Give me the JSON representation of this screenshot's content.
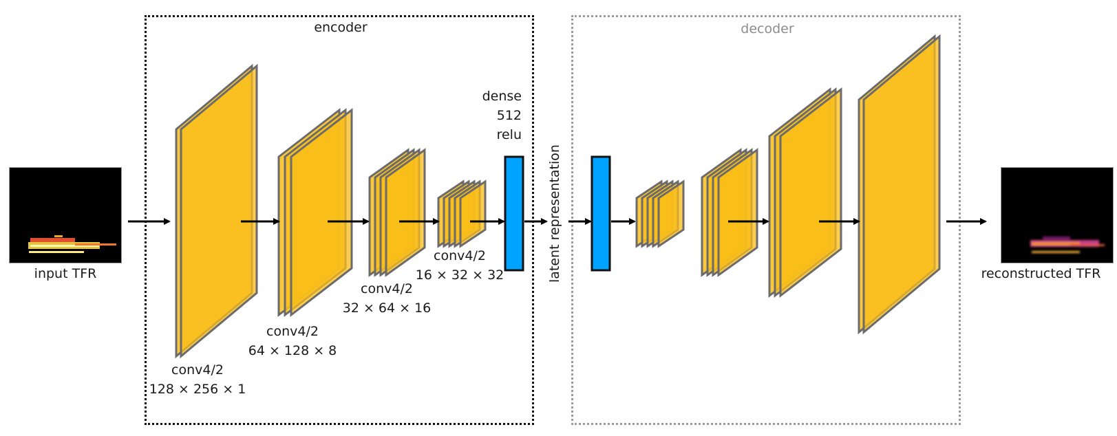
{
  "title": "Convolutional autoencoder architecture",
  "colors": {
    "feature_map_fill": "#F9BE1A",
    "feature_map_edge": "#6B6B6B",
    "dense_fill": "#00A2FF",
    "encoder_border": "#111111",
    "decoder_border": "#9A9A9A",
    "decoder_label": "#8C8C8C",
    "arrow": "#000000"
  },
  "input": {
    "label": "input TFR",
    "image": "spectrogram"
  },
  "output": {
    "label": "reconstructed TFR",
    "image": "spectrogram (blurred reconstruction)"
  },
  "encoder": {
    "label": "encoder",
    "layers": [
      {
        "op": "conv4/2",
        "shape": "128 × 256 × 1",
        "maps": 2
      },
      {
        "op": "conv4/2",
        "shape": "64 × 128 × 8",
        "maps": 3
      },
      {
        "op": "conv4/2",
        "shape": "32 × 64 × 16",
        "maps": 4
      },
      {
        "op": "conv4/2",
        "shape": "16 × 32 × 32",
        "maps": 5
      }
    ],
    "dense": {
      "line1": "dense",
      "line2": "512",
      "line3": "relu"
    }
  },
  "latent": {
    "label": "latent representation"
  },
  "decoder": {
    "label": "decoder",
    "layers": [
      {
        "maps": 5
      },
      {
        "maps": 4
      },
      {
        "maps": 3
      },
      {
        "maps": 2
      }
    ]
  }
}
